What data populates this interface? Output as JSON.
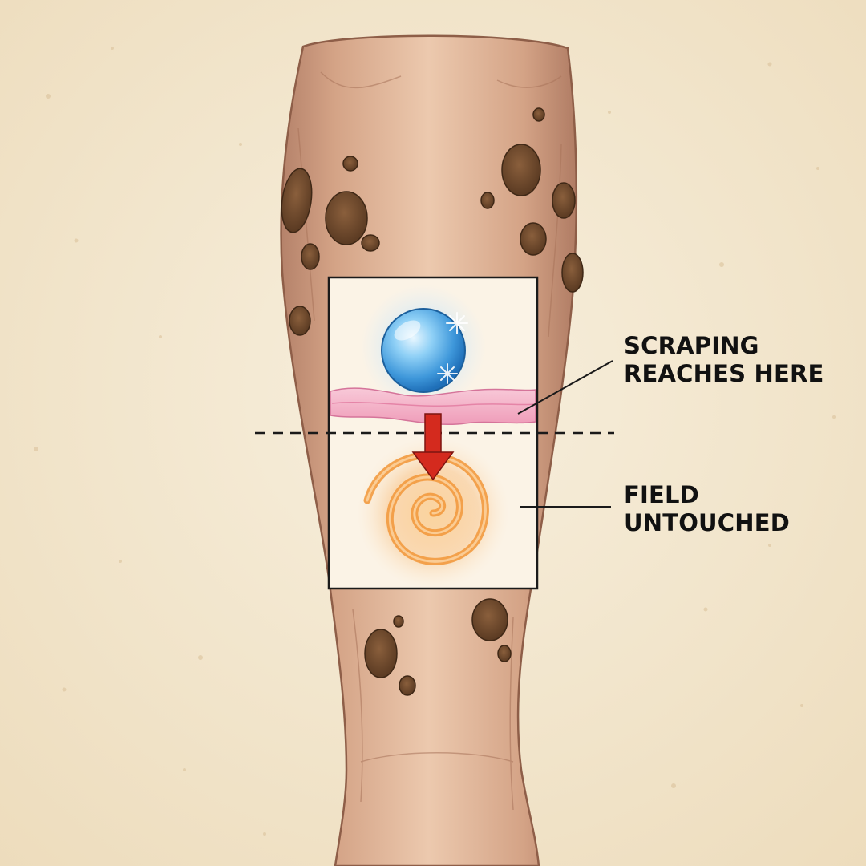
{
  "labels": {
    "scraping_line1": "SCRAPING",
    "scraping_line2": "REACHES HERE",
    "field_line1": "FIELD",
    "field_line2": "UNTOUCHED"
  },
  "icons": {
    "cold_sphere": "frost-sphere-icon",
    "downward_arrow": "down-arrow-icon",
    "energy_field": "orange-spiral-icon"
  },
  "colors": {
    "paper_background": "#f3e9d4",
    "skin": "#d8a887",
    "lesion": "#6f4b2e",
    "skin_layer": "#f2a9c2",
    "frost_sphere": "#5bb0e8",
    "arrow": "#d42a1e",
    "spiral": "#f3a24e",
    "label_text": "#111111"
  }
}
